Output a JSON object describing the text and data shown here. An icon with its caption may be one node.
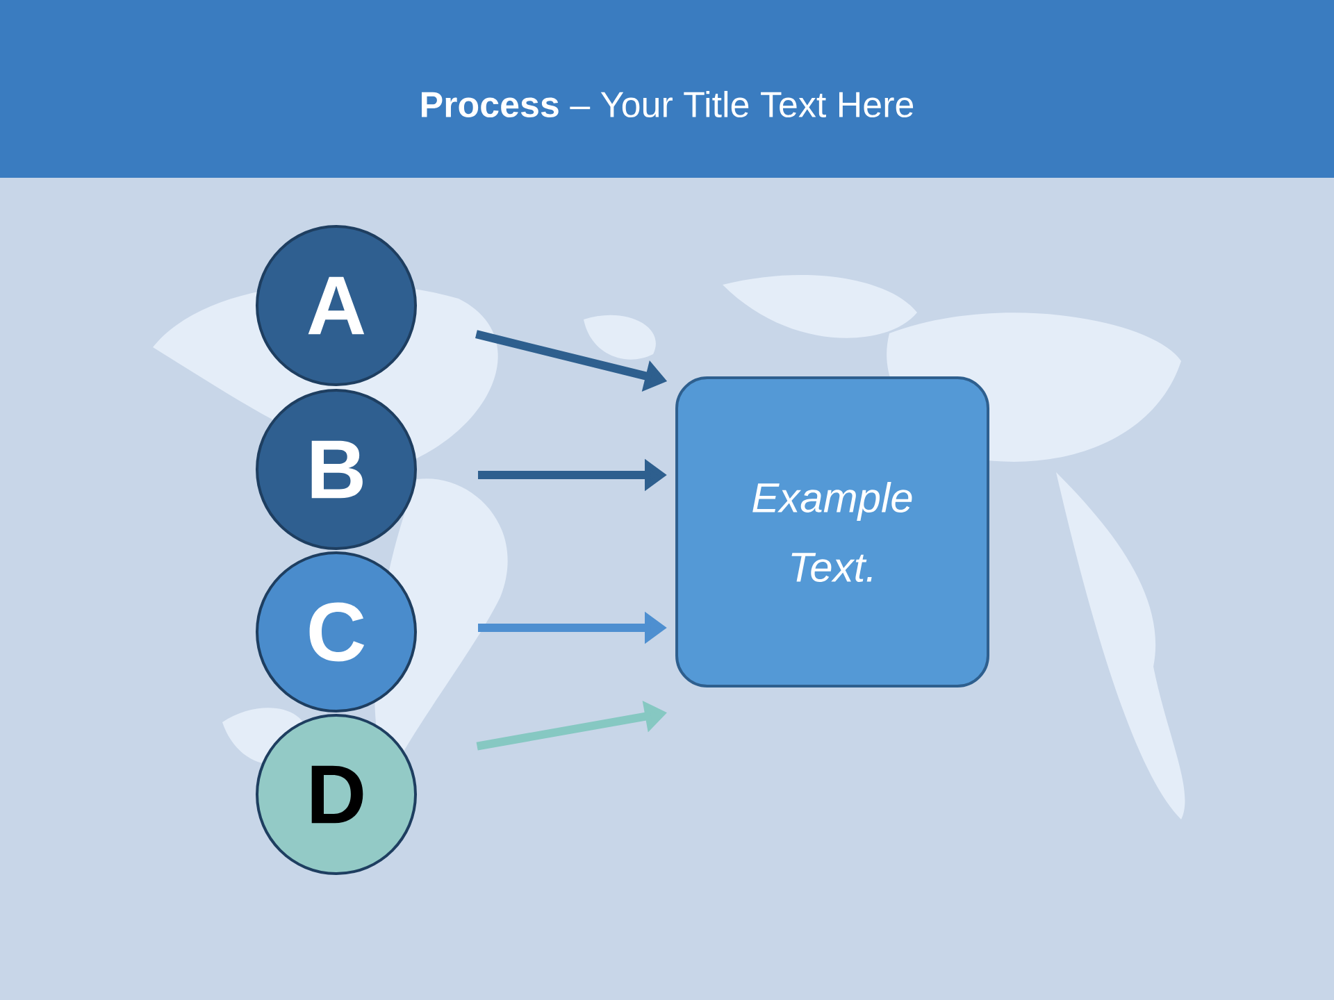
{
  "diagram": {
    "title": "**Process** – Your Title Text Here",
    "nodes": [
      {
        "text": [
          "A"
        ]
      },
      {
        "text": [
          "B"
        ]
      },
      {
        "text": [
          "C"
        ]
      },
      {
        "text": [
          "D"
        ]
      },
      {
        "text": [
          "Example Text."
        ]
      }
    ],
    "edges": [
      {
        "from": 0,
        "to": 4,
        "arrow": "to",
        "color": "#2e5f8e"
      },
      {
        "from": 1,
        "to": 4,
        "arrow": "to",
        "color": "#2e5f8e"
      },
      {
        "from": 2,
        "to": 4,
        "arrow": "to",
        "color": "#4e8fd0"
      },
      {
        "from": 3,
        "to": 4,
        "arrow": "to",
        "color": "#86c8c2"
      }
    ]
  }
}
